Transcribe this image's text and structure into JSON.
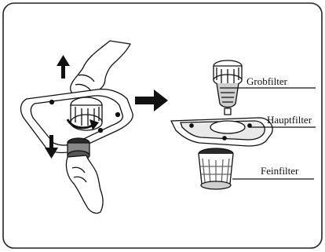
{
  "labels": {
    "coarse_filter": "Grobfilter",
    "main_filter": "Hauptfilter",
    "fine_filter": "Feinfilter"
  },
  "colors": {
    "line": "#111111",
    "fill_light": "#ffffff",
    "fill_gray": "#cfcfcf",
    "fill_dark": "#2a2a2a"
  },
  "icons": [
    "arrow-up-icon",
    "arrow-down-icon",
    "arrow-right-icon",
    "rotate-arrow-icon"
  ]
}
